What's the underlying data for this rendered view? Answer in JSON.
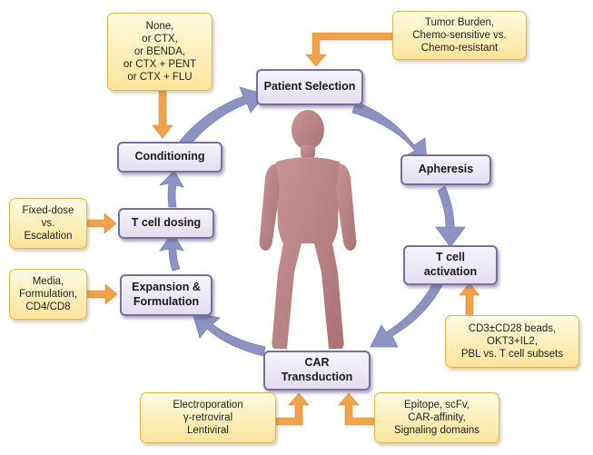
{
  "steps": {
    "patient_selection": "Patient Selection",
    "apheresis": "Apheresis",
    "t_cell_activation": "T cell\nactivation",
    "car_transduction": "CAR\nTransduction",
    "expansion_formulation": "Expansion &\nFormulation",
    "t_cell_dosing": "T cell dosing",
    "conditioning": "Conditioning"
  },
  "notes": {
    "conditioning_options": "None,\nor CTX,\nor BENDA,\nor CTX + PENT\nor CTX + FLU",
    "selection_criteria": "Tumor Burden,\nChemo-sensitive vs.\nChemo-resistant",
    "dosing_options": "Fixed-dose\nvs.\nEscalation",
    "expansion_options": "Media,\nFormulation,\nCD4/CD8",
    "activation_options": "CD3±CD28 beads,\nOKT3+IL2,\nPBL vs. T cell subsets",
    "vector_options": "Electroporation\nγ-retroviral\nLentiviral",
    "car_design_options": "Epitope, scFv,\nCAR-affinity,\nSignaling domains"
  },
  "colors": {
    "cycle_arrow": "#8c93c3",
    "input_arrow": "#f0a24a",
    "figure": "#b98587",
    "background": "#ffffff"
  },
  "icons": [
    "human-figure-icon"
  ]
}
